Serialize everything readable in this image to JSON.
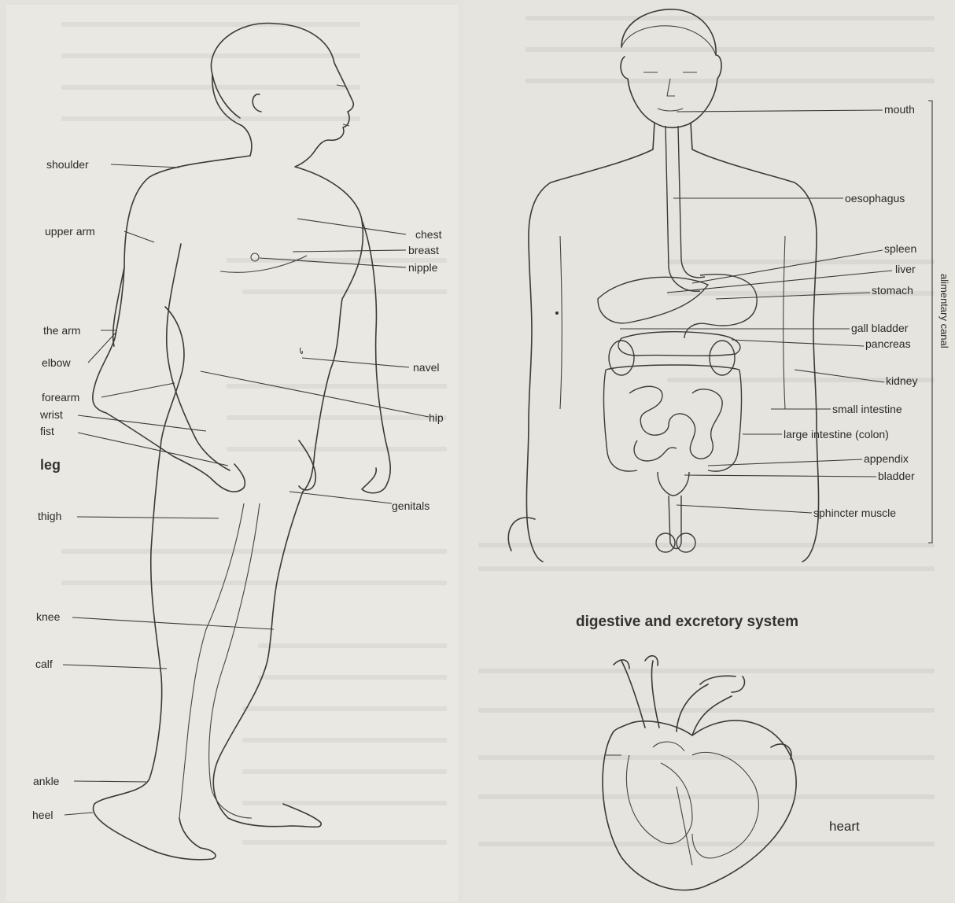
{
  "body_figure": {
    "labels": {
      "shoulder": "shoulder",
      "upper_arm": "upper arm",
      "chest": "chest",
      "breast": "breast",
      "nipple": "nipple",
      "the_arm": "the arm",
      "elbow": "elbow",
      "navel": "navel",
      "forearm": "forearm",
      "hip": "hip",
      "wrist": "wrist",
      "fist": "fist",
      "leg": "leg",
      "genitals": "genitals",
      "thigh": "thigh",
      "knee": "knee",
      "calf": "calf",
      "ankle": "ankle",
      "heel": "heel"
    }
  },
  "digestive_figure": {
    "title": "digestive and excretory system",
    "bracket_label": "alimentary canal",
    "labels": {
      "mouth": "mouth",
      "oesophagus": "oesophagus",
      "spleen": "spleen",
      "liver": "liver",
      "stomach": "stomach",
      "gall_bladder": "gall bladder",
      "pancreas": "pancreas",
      "kidney": "kidney",
      "small_intestine": "small intestine",
      "large_intestine": "large intestine (colon)",
      "appendix": "appendix",
      "bladder": "bladder",
      "sphincter_muscle": "sphincter muscle"
    }
  },
  "heart_figure": {
    "label": "heart"
  }
}
